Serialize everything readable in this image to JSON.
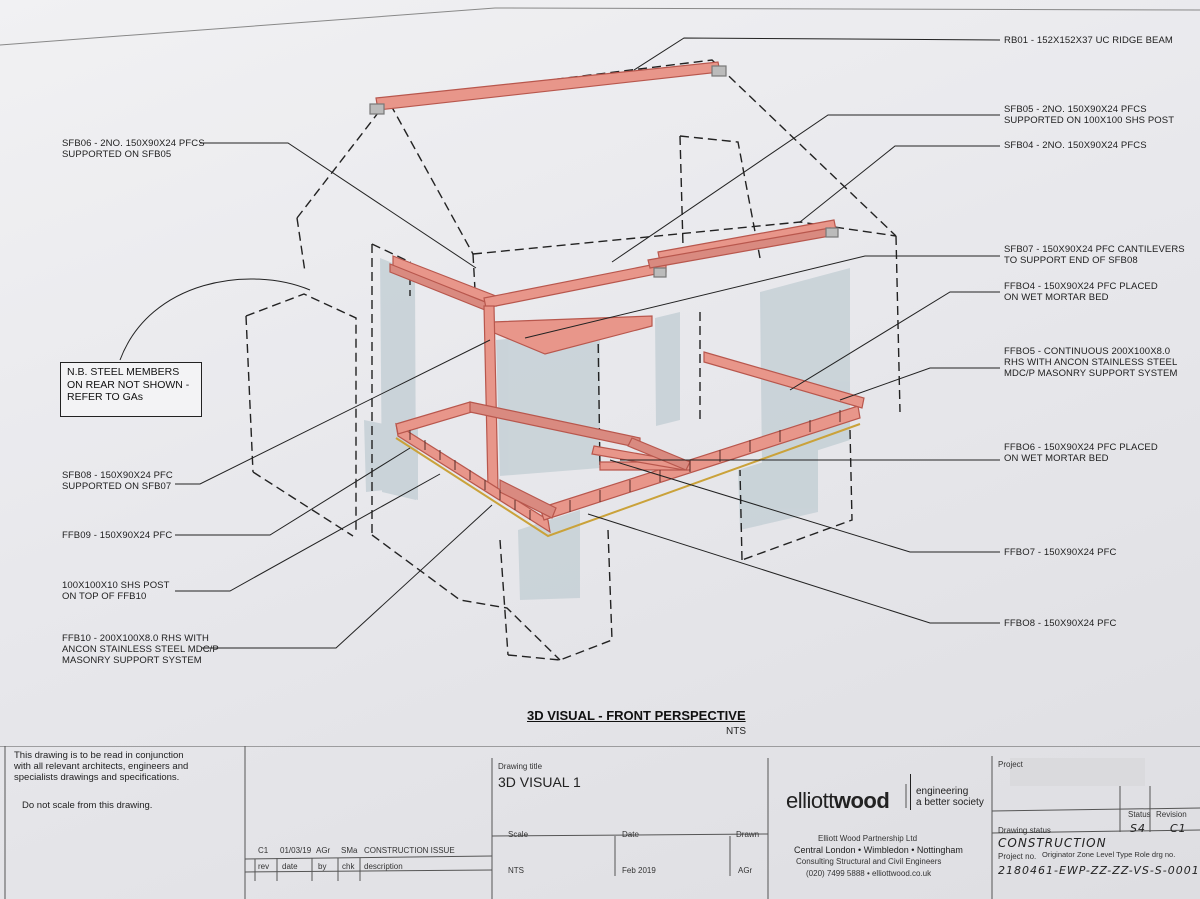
{
  "labels": {
    "rb01": "RB01 - 152x152x37 UC RIDGE BEAM",
    "sfb05_1": "SFB05 - 2No. 150x90x24 PFCs",
    "sfb05_2": "SUPPORTED ON 100x100 SHS POST",
    "sfb04": "SFB04 - 2No. 150x90x24 PFCs",
    "sfb06_1": "SFB06 - 2No. 150x90x24 PFCs",
    "sfb06_2": "SUPPORTED ON SFB05",
    "sfb07_1": "SFB07 - 150x90x24 PFC CANTILEVERS",
    "sfb07_2": "TO SUPPORT END OF SFB08",
    "ffbo4_1": "FFBO4 - 150x90x24 PFC PLACED",
    "ffbo4_2": "ON WET MORTAR BED",
    "ffbo5_1": "FFBO5 - CONTINUOUS 200x100x8.0",
    "ffbo5_2": "RHS WITH ANCON STAINLESS STEEL",
    "ffbo5_3": "MDC/P MASONRY SUPPORT SYSTEM",
    "ffbo6_1": "FFBO6 - 150x90x24 PFC PLACED",
    "ffbo6_2": "ON WET MORTAR BED",
    "ffbo7": "FFBO7 - 150x90x24 PFC",
    "ffbo8": "FFBO8 - 150x90x24 PFC",
    "sfb08_1": "SFB08 - 150x90x24 PFC",
    "sfb08_2": "SUPPORTED ON SFB07",
    "ffb09": "FFB09 - 150x90x24 PFC",
    "shs_1": "100x100x10 SHS POST",
    "shs_2": "ON TOP OF FFB10",
    "ffb10_1": "FFB10 - 200x100x8.0 RHS WITH",
    "ffb10_2": "ANCON STAINLESS STEEL MDC/P",
    "ffb10_3": "MASONRY SUPPORT SYSTEM"
  },
  "note": {
    "line1": "N.B. STEEL MEMBERS",
    "line2": "ON REAR NOT SHOWN -",
    "line3": "REFER TO GAs"
  },
  "view_title": "3D VISUAL - FRONT PERSPECTIVE",
  "view_scale": "NTS",
  "titleblock": {
    "notes": [
      "This drawing is to be read in conjunction",
      "with all relevant architects, engineers and",
      "specialists drawings and specifications."
    ],
    "do_not_scale": "Do not scale from this drawing.",
    "revision_row": {
      "rev": "C1",
      "date": "01/03/19",
      "by": "AGr",
      "chk": "SMa",
      "description": "CONSTRUCTION ISSUE"
    },
    "revision_headers": {
      "rev": "rev",
      "date": "date",
      "by": "by",
      "chk": "chk",
      "description": "description"
    },
    "drawing_title_label": "Drawing title",
    "drawing_title": "3D VISUAL 1",
    "scale_label": "Scale",
    "scale": "NTS",
    "date_label": "Date",
    "date": "Feb 2019",
    "drawn_label": "Drawn",
    "drawn": "AGr",
    "logo_a": "elliott",
    "logo_b": "wood",
    "tagline1": "engineering",
    "tagline2": "a better society",
    "company": "Elliott Wood Partnership Ltd",
    "offices": "Central London • Wimbledon • Nottingham",
    "service": "Consulting Structural and Civil Engineers",
    "contact": "(020) 7499 5888 • elliottwood.co.uk",
    "project_label": "Project",
    "drawing_status_label": "Drawing status",
    "drawing_status": "CONSTRUCTION",
    "status_label": "Status",
    "status": "S4",
    "revision_label": "Revision",
    "revision": "C1",
    "project_no_label": "Project no.",
    "code_header": "Originator Zone Level Type Role drg no.",
    "drawing_number": "2180461-EWP-ZZ-ZZ-VS-S-0001"
  },
  "colors": {
    "steel": "#e8968a",
    "steel_dark": "#b8574d",
    "glazing": "#c9d3d8",
    "line": "#1f1f1f"
  }
}
